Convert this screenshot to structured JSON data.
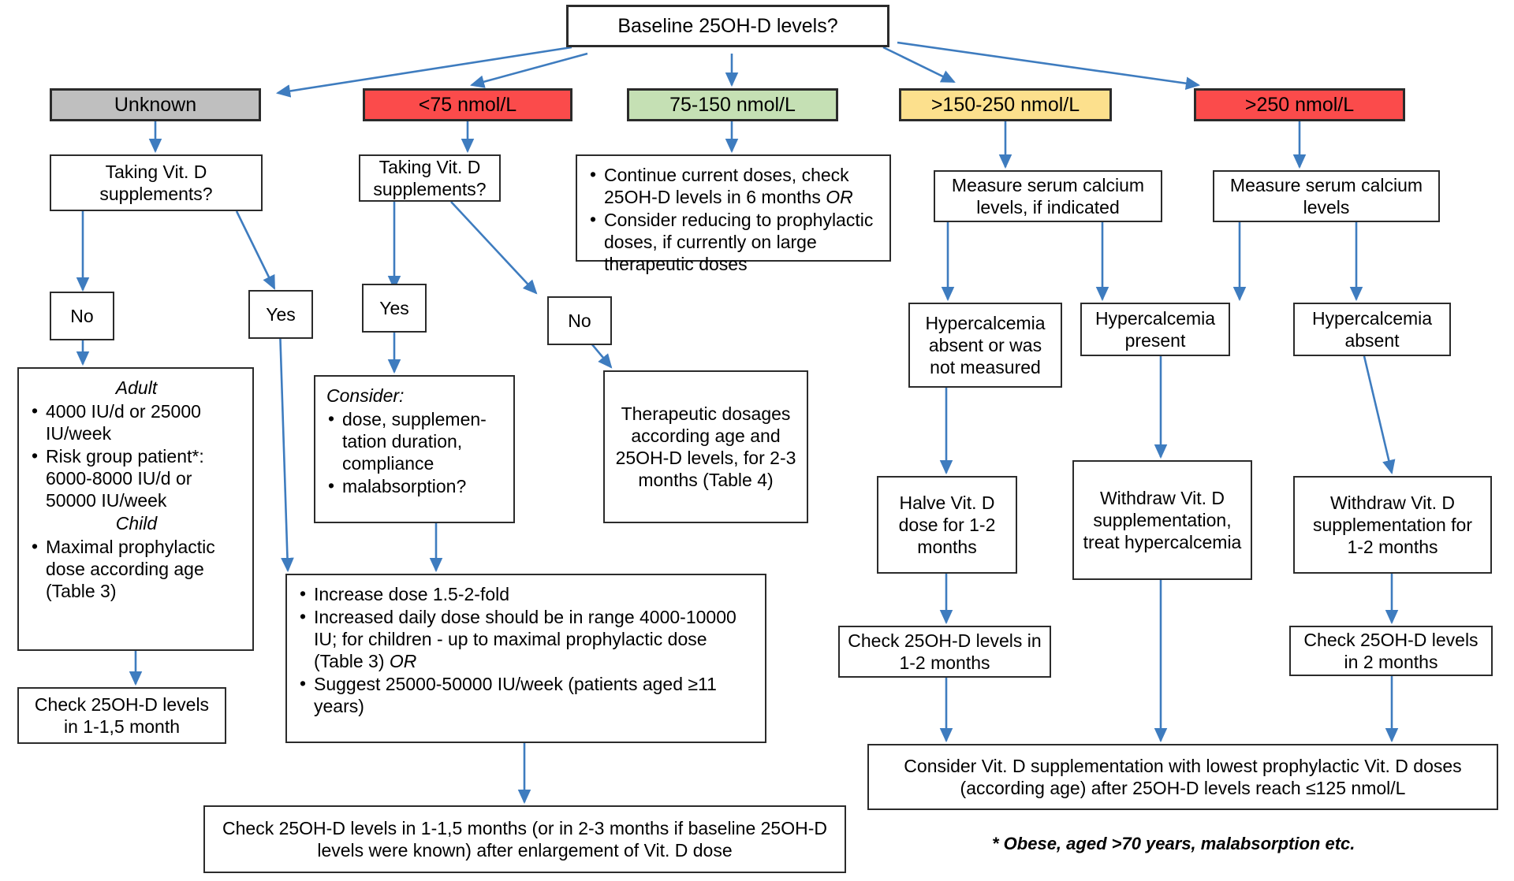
{
  "title": "Vitamin D supplementation management flowchart",
  "colors": {
    "gray": "#BFBFBF",
    "red": "#FB4B4B",
    "green": "#C5E0B4",
    "yellow": "#FCE08D",
    "arrow": "#3E7CBF",
    "border": "#2b2b2b"
  },
  "nodes": {
    "root": "Baseline 25OH-D levels?",
    "lvl1": {
      "unknown": "Unknown",
      "lt75": "<75 nmol/L",
      "mid": "75-150 nmol/L",
      "high": ">150-250 nmol/L",
      "vhigh": ">250 nmol/L"
    },
    "taking_q1": "Taking Vit. D supplements?",
    "taking_q2": "Taking Vit. D supplements?",
    "no1": "No",
    "yes1": "Yes",
    "yes2": "Yes",
    "no2": "No",
    "mid_box": {
      "bullets": [
        "Continue current doses, check 25OH-D levels in 6 months OR",
        "Consider reducing to prophylactic doses, if currently on large therapeutic doses"
      ],
      "italic_word": "OR"
    },
    "adult_child": {
      "adult_title": "Adult",
      "adult_bullets": [
        "4000 IU/d or 25000 IU/week",
        "Risk group patient*: 6000-8000 IU/d or 50000 IU/week"
      ],
      "child_title": "Child",
      "child_bullets": [
        "Maximal prophylactic dose according age (Table 3)"
      ]
    },
    "check_1_15": "Check 25OH-D levels in 1-1,5 month",
    "consider_box": {
      "title": "Consider:",
      "bullets": [
        "dose, supplemen-tation duration, compliance",
        "malabsorption?"
      ]
    },
    "therapeutic": "Therapeutic dosages according age and 25OH-D levels, for 2-3 months (Table 4)",
    "increase_box": {
      "bullets": [
        "Increase dose 1.5-2-fold",
        "Increased daily dose should be in range 4000-10000 IU; for children - up to maximal prophylactic dose (Table 3) OR",
        "Suggest 25000-50000 IU/week (patients aged ≥11 years)"
      ]
    },
    "bottom_left": "Check 25OH-D levels in 1-1,5 months (or in 2-3 months if baseline 25OH-D levels were known) after enlargement of Vit. D dose",
    "measure_calcium_if": "Measure serum calcium levels, if indicated",
    "measure_calcium": "Measure serum calcium levels",
    "hyper_absent_or": "Hypercalcemia absent or was not measured",
    "hyper_present": "Hypercalcemia present",
    "hyper_absent": "Hypercalcemia absent",
    "halve": "Halve Vit. D dose for 1-2 months",
    "withdraw_treat": "Withdraw Vit. D supplementation, treat hypercalcemia",
    "withdraw_12": "Withdraw Vit. D supplementation for 1-2 months",
    "check_12": "Check 25OH-D levels in 1-2 months",
    "check_2": "Check 25OH-D levels in 2 months",
    "bottom_right": "Consider Vit. D supplementation with lowest prophylactic Vit. D doses (according age) after 25OH-D levels reach ≤125 nmol/L"
  },
  "footnote": "* Obese, aged >70 years, malabsorption etc."
}
